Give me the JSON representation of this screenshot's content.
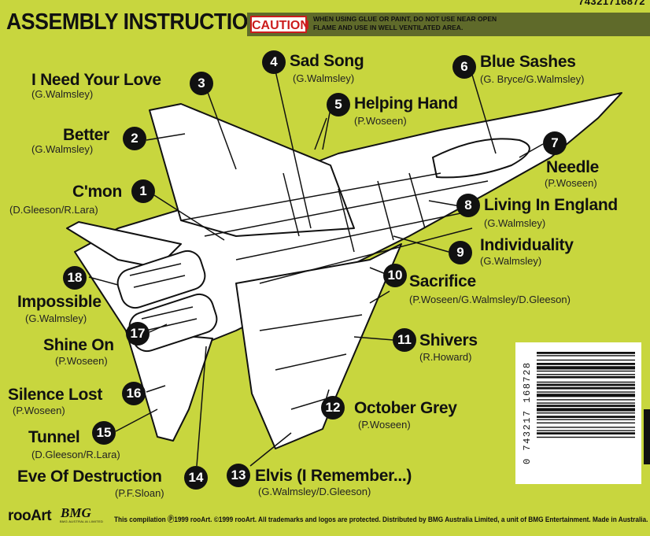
{
  "header": {
    "title": "ASSEMBLY INSTRUCTIONS",
    "catalog_number": "74321716872",
    "caution_label": "CAUTION",
    "caution_text": "WHEN USING GLUE OR PAINT, DO NOT USE NEAR OPEN FLAME AND USE IN WELL VENTILATED AREA."
  },
  "tracks": [
    {
      "num": "1",
      "title": "C'mon",
      "credit": "(D.Gleeson/R.Lara)"
    },
    {
      "num": "2",
      "title": "Better",
      "credit": "(G.Walmsley)"
    },
    {
      "num": "3",
      "title": "I Need Your Love",
      "credit": "(G.Walmsley)"
    },
    {
      "num": "4",
      "title": "Sad Song",
      "credit": "(G.Walmsley)"
    },
    {
      "num": "5",
      "title": "Helping Hand",
      "credit": "(P.Woseen)"
    },
    {
      "num": "6",
      "title": "Blue Sashes",
      "credit": "(G. Bryce/G.Walmsley)"
    },
    {
      "num": "7",
      "title": "Needle",
      "credit": "(P.Woseen)"
    },
    {
      "num": "8",
      "title": "Living In England",
      "credit": "(G.Walmsley)"
    },
    {
      "num": "9",
      "title": "Individuality",
      "credit": "(G.Walmsley)"
    },
    {
      "num": "10",
      "title": "Sacrifice",
      "credit": "(P.Woseen/G.Walmsley/D.Gleeson)"
    },
    {
      "num": "11",
      "title": "Shivers",
      "credit": "(R.Howard)"
    },
    {
      "num": "12",
      "title": "October Grey",
      "credit": "(P.Woseen)"
    },
    {
      "num": "13",
      "title": "Elvis (I Remember...)",
      "credit": "(G.Walmsley/D.Gleeson)"
    },
    {
      "num": "14",
      "title": "Eve Of Destruction",
      "credit": "(P.F.Sloan)"
    },
    {
      "num": "15",
      "title": "Tunnel",
      "credit": "(D.Gleeson/R.Lara)"
    },
    {
      "num": "16",
      "title": "Silence Lost",
      "credit": "(P.Woseen)"
    },
    {
      "num": "17",
      "title": "Shine On",
      "credit": "(P.Woseen)"
    },
    {
      "num": "18",
      "title": "Impossible",
      "credit": "(G.Walmsley)"
    }
  ],
  "barcode": {
    "digits": "0 743217 168728"
  },
  "footer": {
    "label_logo": "rooArt",
    "bmg_logo": "BMG",
    "bmg_subtitle": "BMG AUSTRALIA LIMITED",
    "legal": "This compilation Ⓟ1999 rooArt. ©1999 rooArt. All trademarks and logos are protected. Distributed by BMG Australia Limited, a unit of BMG Entertainment. Made in Australia."
  },
  "colors": {
    "background": "#c8d63e",
    "caution_bar": "#5f6a2a",
    "caution_red": "#cc1c1c"
  }
}
